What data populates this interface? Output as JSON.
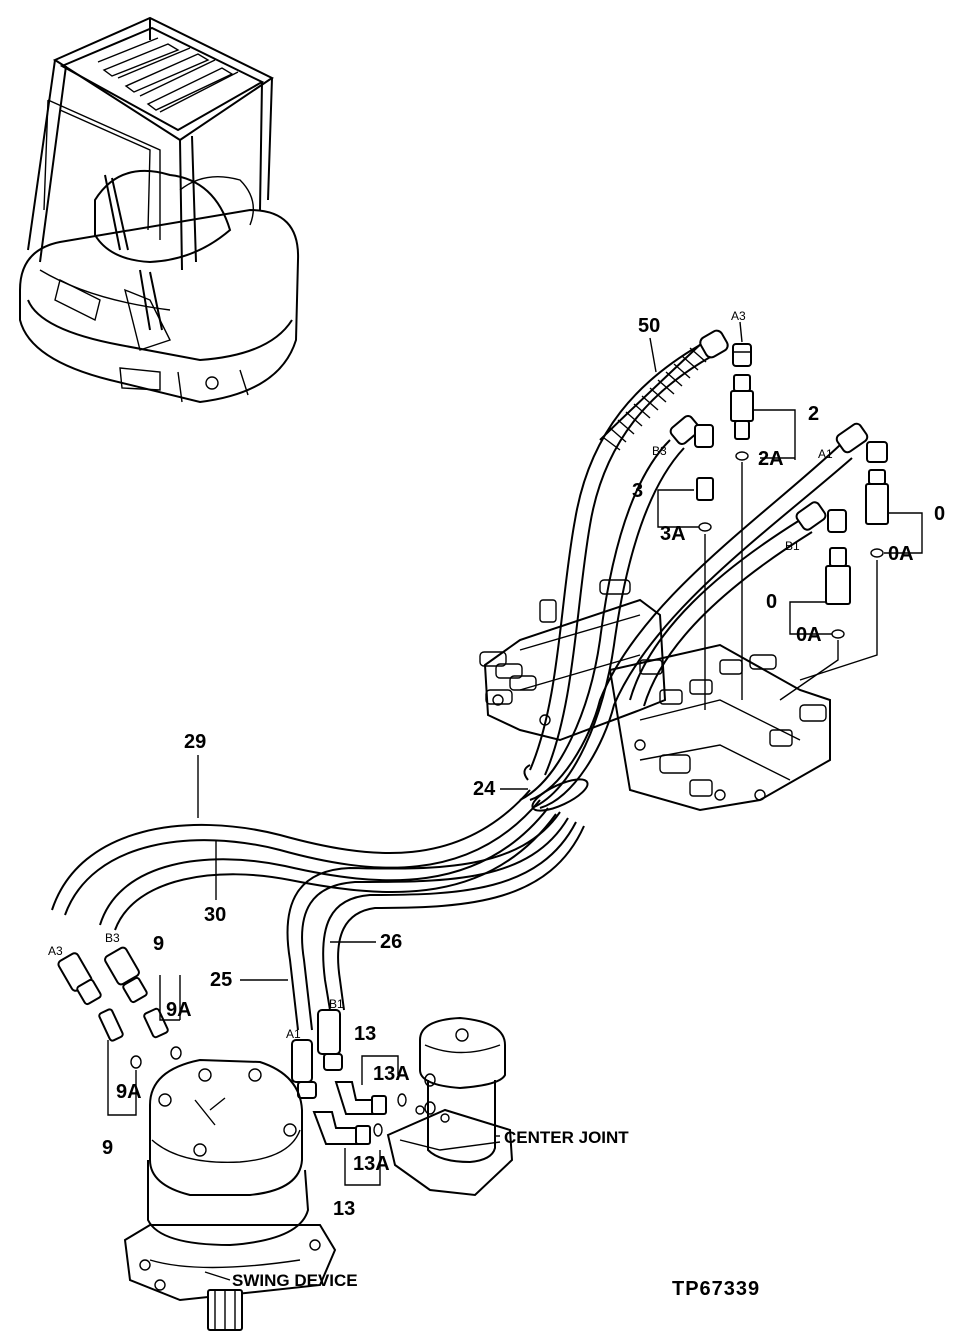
{
  "labels": {
    "l50": "50",
    "lA3top": "A3",
    "l2": "2",
    "l2A": "2A",
    "lB3top": "B3",
    "l3": "3",
    "l3A": "3A",
    "lA1top": "A1",
    "l0a": "0",
    "l0Aa": "0A",
    "lB1top": "B1",
    "l0b": "0",
    "l0Ab": "0A",
    "l29": "29",
    "l24": "24",
    "l30": "30",
    "l26": "26",
    "l25": "25",
    "lA3bot": "A3",
    "lB3bot": "B3",
    "l9top": "9",
    "l9Atop": "9A",
    "l9Abot": "9A",
    "l9bot": "9",
    "lA1bot": "A1",
    "lB1bot": "B1",
    "l13top": "13",
    "l13Atop": "13A",
    "l13Abot": "13A",
    "l13bot": "13",
    "centerJoint": "CENTER JOINT",
    "swingDevice": "SWING DEVICE",
    "code": "TP67339"
  }
}
